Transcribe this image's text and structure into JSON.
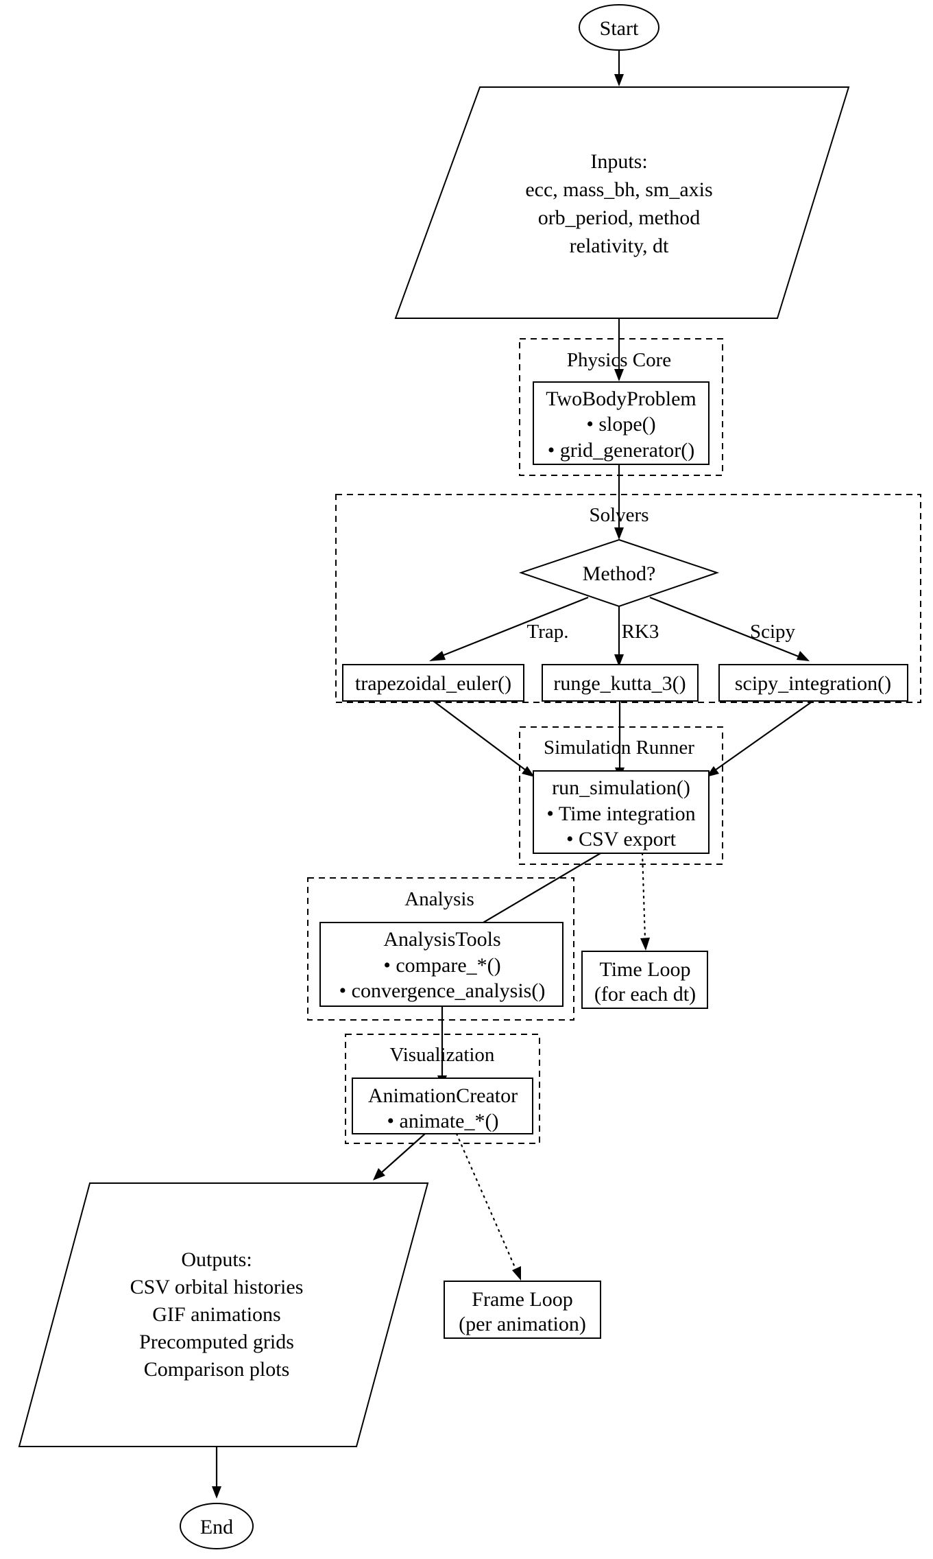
{
  "diagram": {
    "title": "Two-Body Orbital Simulation Pipeline Flowchart",
    "background_color": "#ffffff",
    "line_color": "#000000",
    "terminals": {
      "start": "Start",
      "end": "End"
    },
    "io_nodes": {
      "inputs": {
        "lines": [
          "Inputs:",
          "ecc, mass_bh, sm_axis",
          "orb_period, method",
          "relativity, dt"
        ]
      },
      "outputs": {
        "lines": [
          "Outputs:",
          "CSV orbital histories",
          "GIF animations",
          "Precomputed grids",
          "Comparison plots"
        ]
      }
    },
    "clusters": [
      {
        "id": "physics-core",
        "label": "Physics Core"
      },
      {
        "id": "solvers",
        "label": "Solvers"
      },
      {
        "id": "simulation-runner",
        "label": "Simulation Runner"
      },
      {
        "id": "analysis",
        "label": "Analysis"
      },
      {
        "id": "visualization",
        "label": "Visualization"
      }
    ],
    "process_nodes": {
      "two_body_problem": {
        "lines": [
          "TwoBodyProblem",
          "• slope()",
          "• grid_generator()"
        ]
      },
      "run_simulation": {
        "lines": [
          "run_simulation()",
          "• Time integration",
          "• CSV export"
        ]
      },
      "analysis_tools": {
        "lines": [
          "AnalysisTools",
          "• compare_*()",
          "• convergence_analysis()"
        ]
      },
      "animation_creator": {
        "lines": [
          "AnimationCreator",
          "• animate_*()"
        ]
      },
      "time_loop": {
        "lines": [
          "Time Loop",
          "(for each dt)"
        ]
      },
      "frame_loop": {
        "lines": [
          "Frame Loop",
          "(per animation)"
        ]
      }
    },
    "decision": {
      "label": "Method?"
    },
    "solver_nodes": [
      {
        "id": "trapezoidal-euler",
        "label": "trapezoidal_euler()"
      },
      {
        "id": "runge-kutta-3",
        "label": "runge_kutta_3()"
      },
      {
        "id": "scipy-integration",
        "label": "scipy_integration()"
      }
    ],
    "edge_labels": {
      "trap": "Trap.",
      "rk3": "RK3",
      "scipy": "Scipy"
    }
  }
}
